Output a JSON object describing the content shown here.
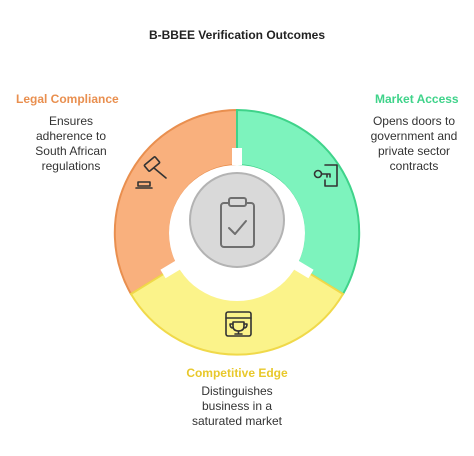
{
  "title": "B-BBEE Verification Outcomes",
  "center_icon": "clipboard-check-icon",
  "segments": [
    {
      "id": "legal",
      "label": "Legal Compliance",
      "description_lines": [
        "Ensures",
        "adherence to",
        "South African",
        "regulations"
      ],
      "color": "#f9b07d",
      "border": "#e98f4f",
      "label_color": "#e98f4f",
      "icon": "gavel-icon"
    },
    {
      "id": "market",
      "label": "Market Access",
      "description_lines": [
        "Opens doors to",
        "government and",
        "private sector",
        "contracts"
      ],
      "color": "#7df3bd",
      "border": "#3fd38a",
      "label_color": "#3fd38a",
      "icon": "key-door-icon"
    },
    {
      "id": "edge",
      "label": "Competitive Edge",
      "description_lines": [
        "Distinguishes",
        "business in a",
        "saturated market"
      ],
      "color": "#fbf38a",
      "border": "#f0d94a",
      "label_color": "#e8c82b",
      "icon": "trophy-window-icon"
    }
  ]
}
